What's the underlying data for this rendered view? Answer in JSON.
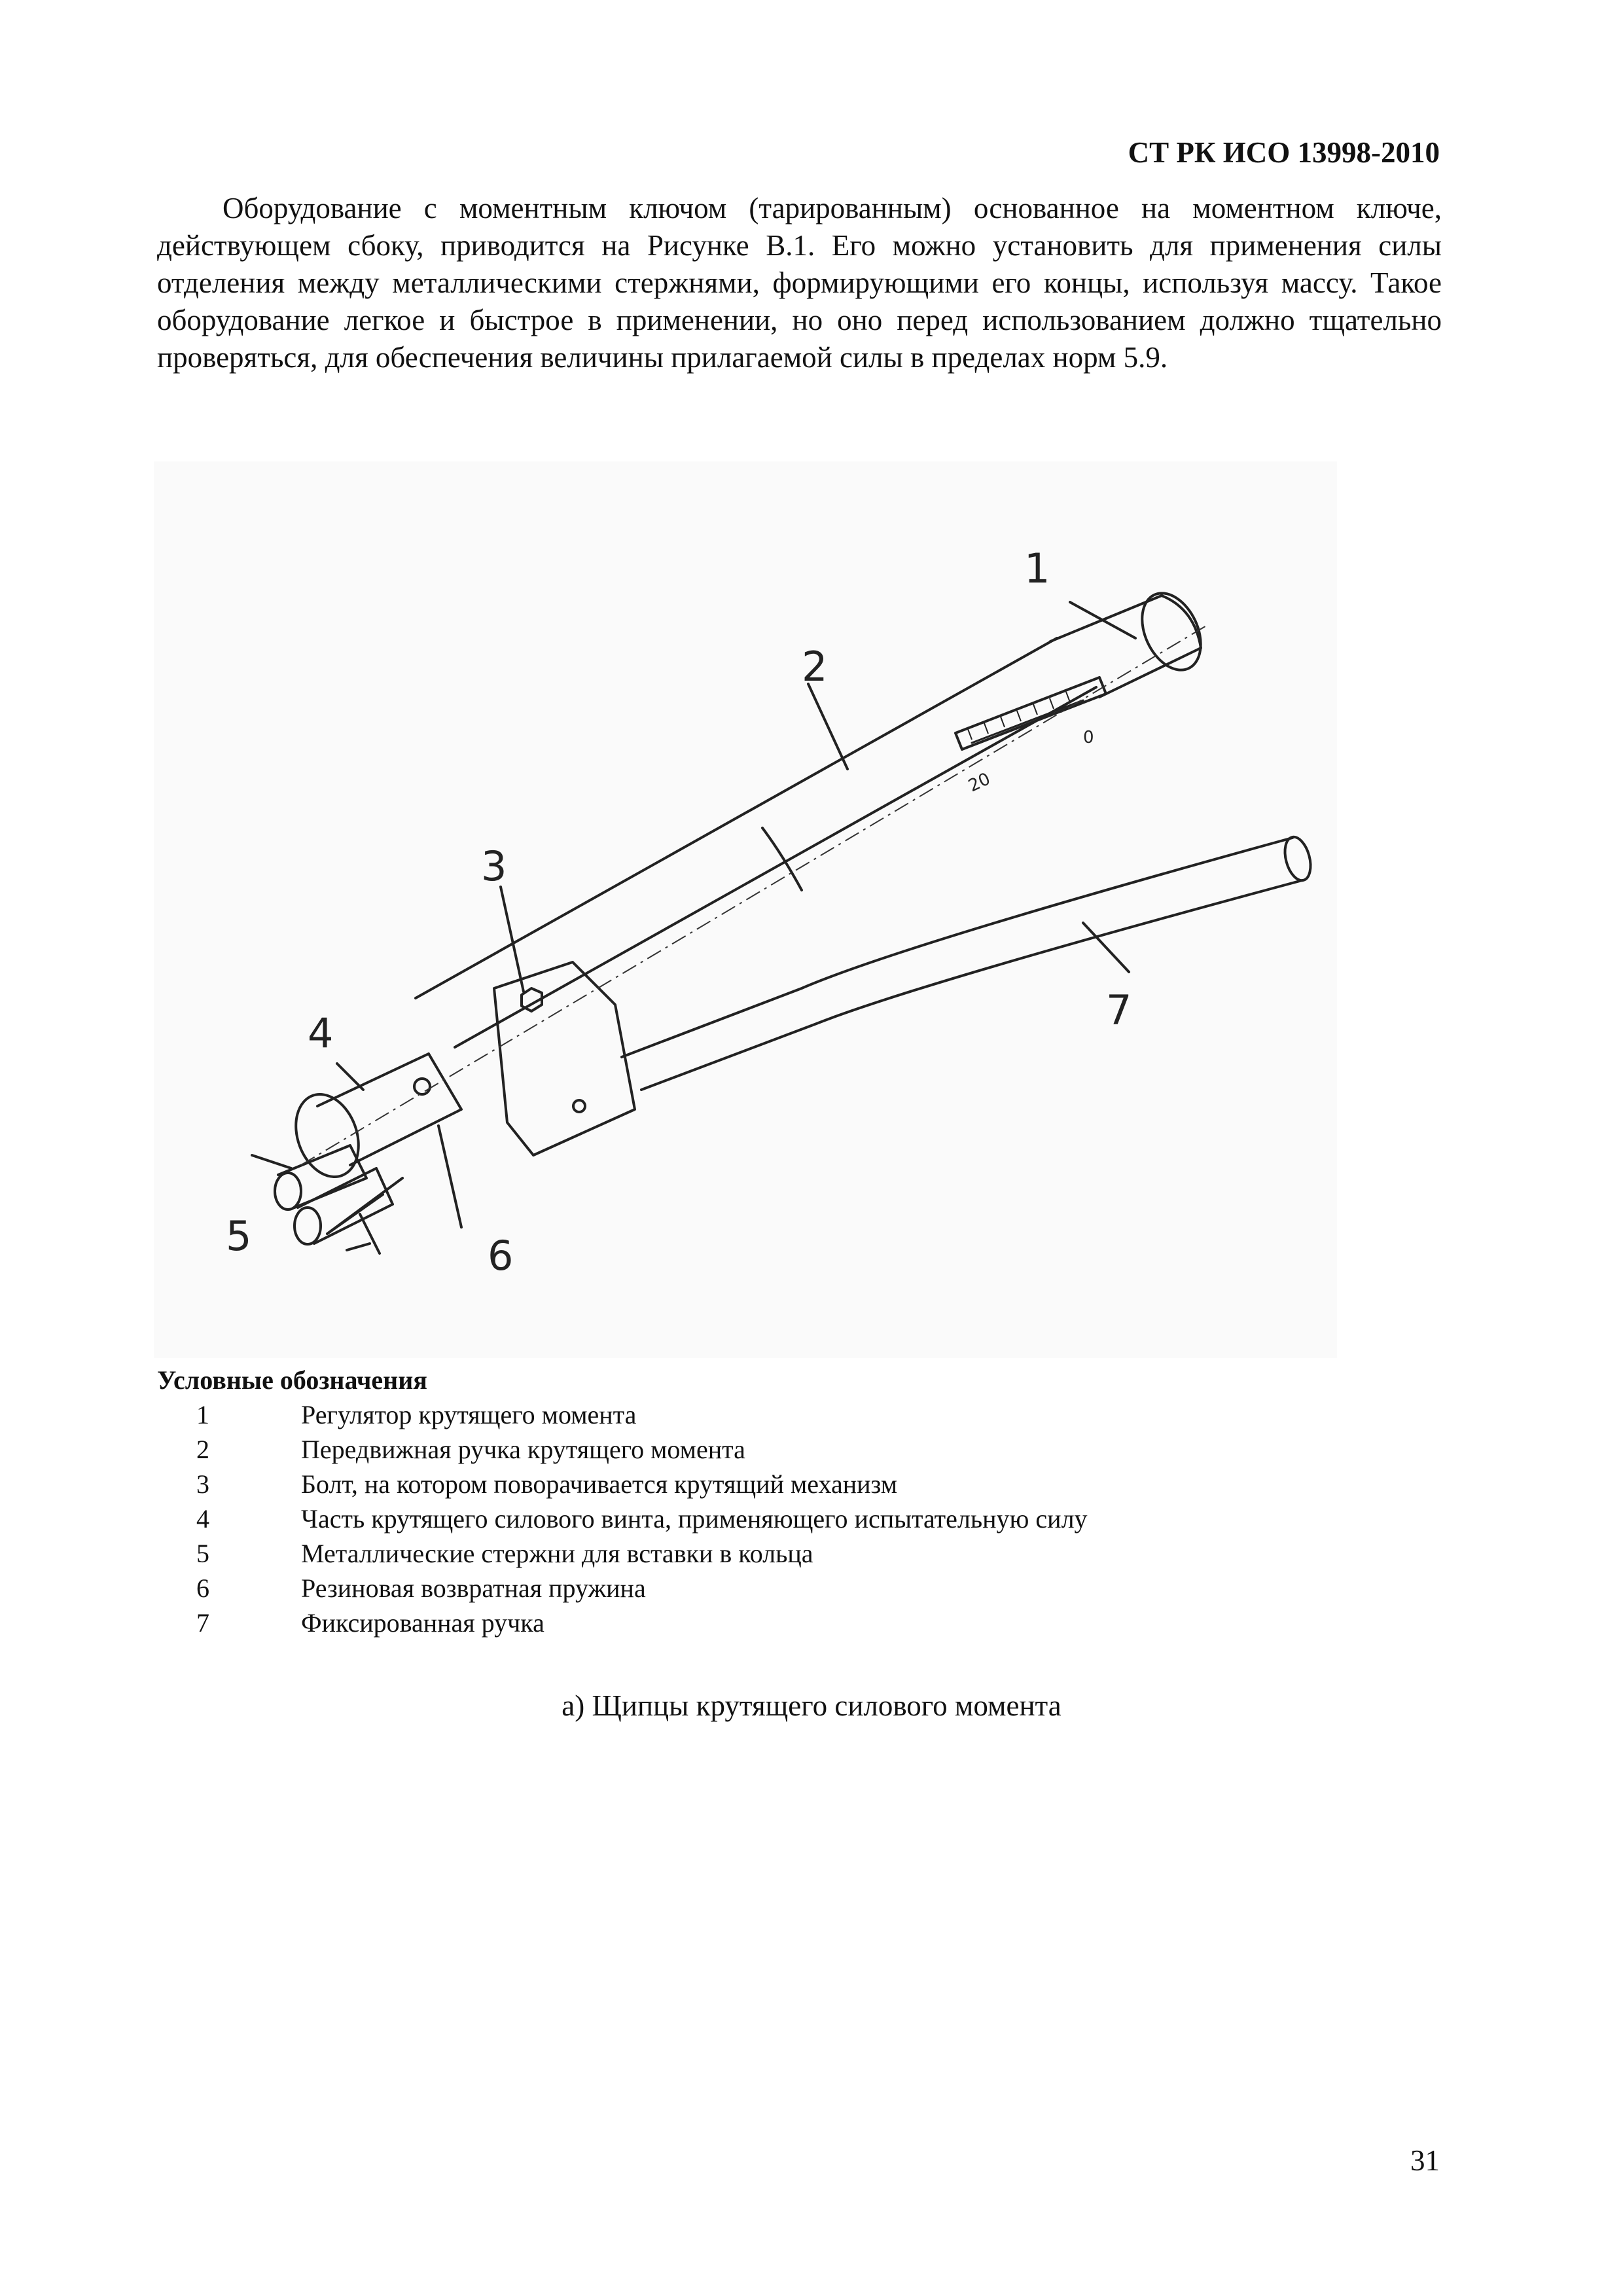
{
  "header": {
    "doc_code": "СТ РК ИСО 13998-2010"
  },
  "body": {
    "paragraph": "Оборудование с моментным ключом (тарированным) основанное на моментном ключе, действующем сбоку, приводится на Рисунке В.1. Его можно установить для применения силы отделения между металлическими стержнями, формирующими его концы, используя массу. Такое оборудование легкое и быстрое в применении, но оно перед использованием должно тщательно проверяться, для обеспечения величины прилагаемой силы в пределах норм 5.9."
  },
  "figure": {
    "callouts": [
      "1",
      "2",
      "3",
      "4",
      "5",
      "6",
      "7"
    ],
    "scale_labels": [
      "0",
      "20"
    ]
  },
  "legend": {
    "title": "Условные обозначения",
    "items": [
      {
        "num": "1",
        "text": "Регулятор крутящего момента"
      },
      {
        "num": "2",
        "text": "Передвижная ручка крутящего момента"
      },
      {
        "num": "3",
        "text": "Болт, на котором поворачивается крутящий механизм"
      },
      {
        "num": "4",
        "text": "Часть крутящего силового винта, применяющего испытательную силу"
      },
      {
        "num": "5",
        "text": "Металлические стержни для вставки в кольца"
      },
      {
        "num": "6",
        "text": "Резиновая возвратная пружина"
      },
      {
        "num": "7",
        "text": "Фиксированная ручка"
      }
    ]
  },
  "caption": "а) Щипцы крутящего силового момента",
  "page_number": "31"
}
